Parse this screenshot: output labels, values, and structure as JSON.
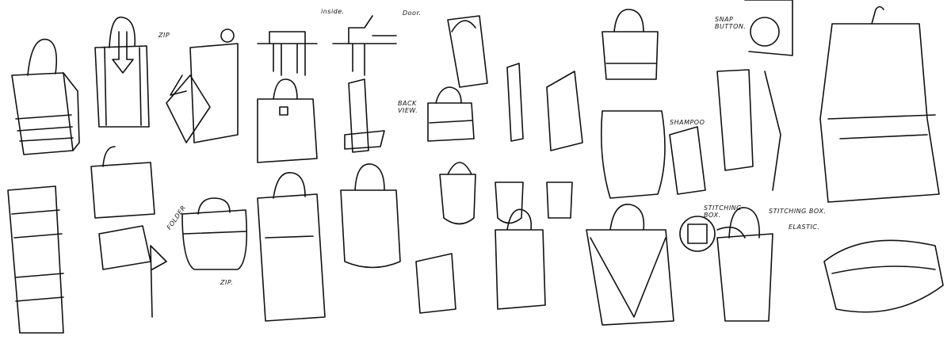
{
  "sheet": {
    "annotations": {
      "zip_top": "ZIP",
      "inside": "inside.",
      "door": "Door.",
      "back_view": "BACK VIEW.",
      "snap_button": "SNAP BUTTON.",
      "shampoo": "SHAMPOO",
      "stitching_box_left": "STITCHING BOX.",
      "stitching_box_right": "STITCHING BOX.",
      "elastic": "ELASTIC.",
      "folder": "FOLDER",
      "zip_bottom": "ZIP."
    }
  }
}
